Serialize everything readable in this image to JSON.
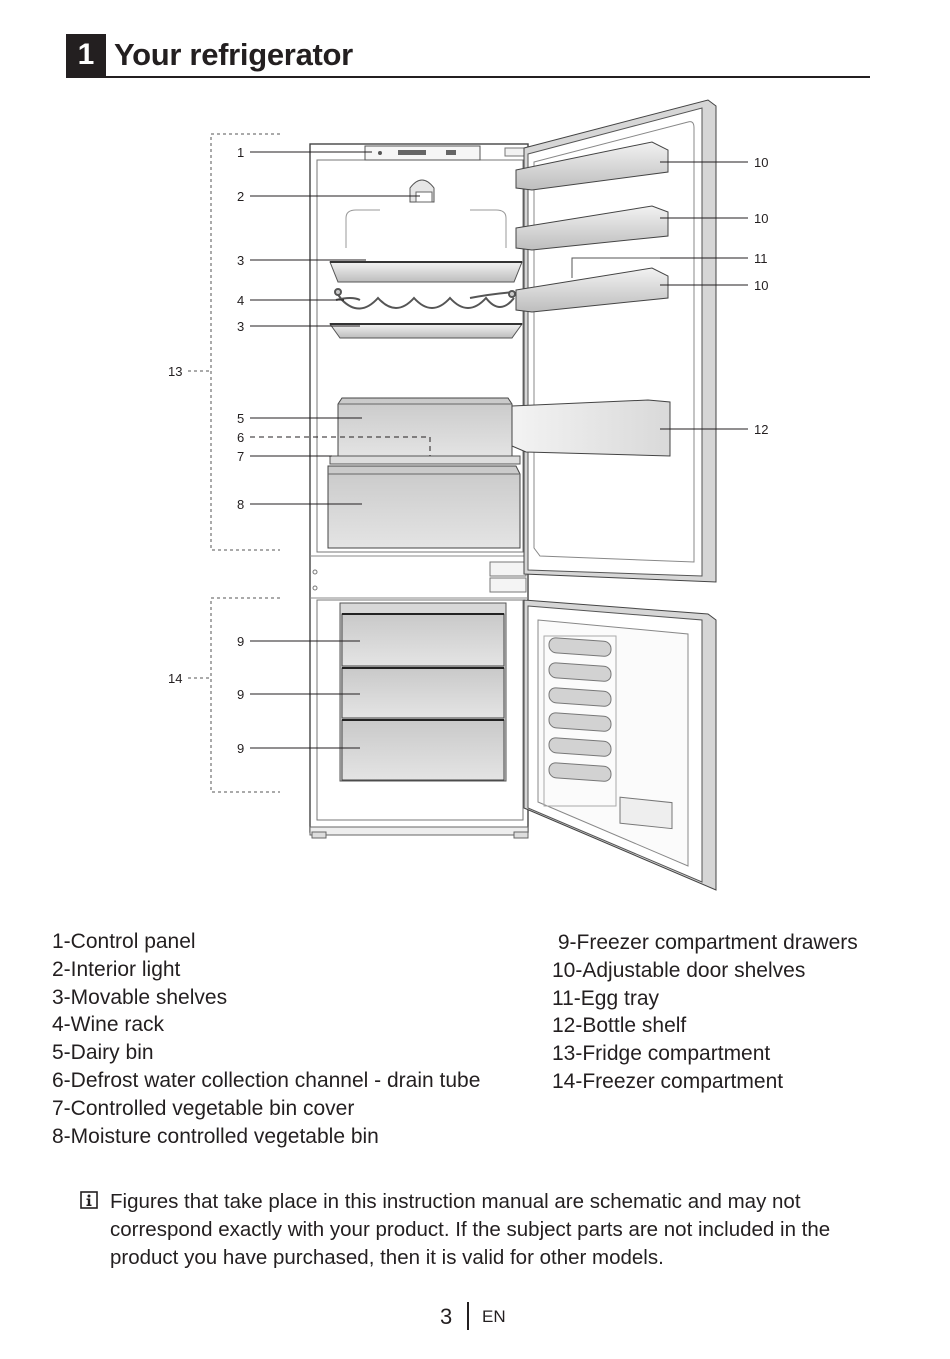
{
  "header": {
    "chapter_number": "1",
    "title": "Your refrigerator"
  },
  "diagram": {
    "callouts": {
      "c1": "1",
      "c2": "2",
      "c3a": "3",
      "c4": "4",
      "c3b": "3",
      "c13": "13",
      "c5": "5",
      "c6": "6",
      "c7": "7",
      "c8": "8",
      "c9a": "9",
      "c9b": "9",
      "c9c": "9",
      "c14": "14",
      "c10a": "10",
      "c10b": "10",
      "c11": "11",
      "c10c": "10",
      "c12": "12"
    }
  },
  "legend": {
    "left": [
      "1-Control panel",
      "2-Interior light",
      "3-Movable shelves",
      "4-Wine rack",
      "5-Dairy bin",
      "6-Defrost water collection channel - drain tube",
      "7-Controlled vegetable bin cover",
      "8-Moisture controlled vegetable bin"
    ],
    "right": [
      " 9-Freezer compartment drawers",
      "10-Adjustable door shelves",
      "11-Egg tray",
      "12-Bottle shelf",
      "13-Fridge compartment",
      "14-Freezer compartment"
    ]
  },
  "note": {
    "icon": "info-icon",
    "text": "Figures that take place in this instruction manual are schematic and may not correspond exactly with your product. If the subject parts are not included in the product you have purchased, then it is valid for other models."
  },
  "footer": {
    "page_number": "3",
    "language": "EN"
  }
}
